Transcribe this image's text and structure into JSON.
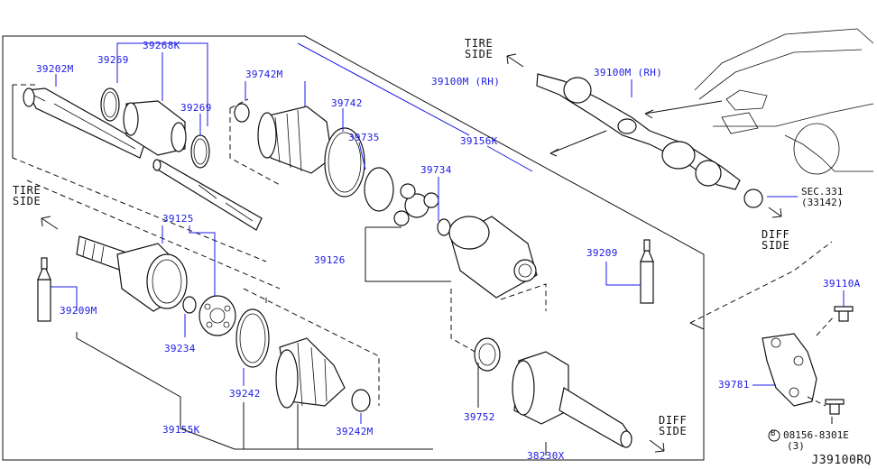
{
  "labels": {
    "tire_side_top": [
      "TIRE",
      "SIDE"
    ],
    "tire_side_left": [
      "TIRE",
      "SIDE"
    ],
    "diff_side_right": [
      "DIFF",
      "SIDE"
    ],
    "diff_side_bottom": [
      "DIFF",
      "SIDE"
    ]
  },
  "parts": {
    "p39202M": "39202M",
    "p39269a": "39269",
    "p39268K": "39268K",
    "p39269b": "39269",
    "p39742M": "39742M",
    "p39742": "39742",
    "p39735": "39735",
    "p39734": "39734",
    "p39100M_RH_a": "39100M (RH)",
    "p39100M_RH_b": "39100M (RH)",
    "p39156K": "39156K",
    "p39125": "39125",
    "p39126": "39126",
    "p39209": "39209",
    "p39209M": "39209M",
    "p39234": "39234",
    "p39242": "39242",
    "p39155K": "39155K",
    "p39242M": "39242M",
    "p39752": "39752",
    "p38230X": "38230X",
    "p39110A": "39110A",
    "p39781": "39781"
  },
  "references": {
    "sec": "SEC.331",
    "sec_sub": "(33142)",
    "bolt": "08156-8301E",
    "bolt_qty": "(3)",
    "bolt_marker": "B"
  },
  "diagram_code": "J39100RQ"
}
